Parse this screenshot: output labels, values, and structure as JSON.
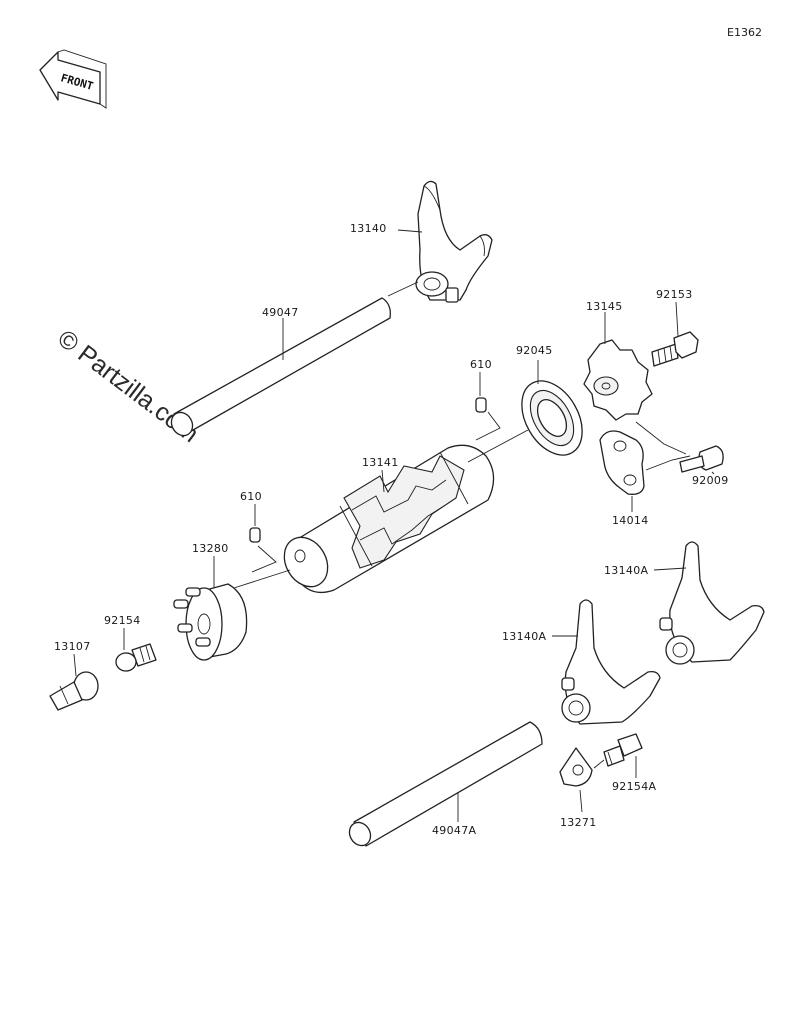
{
  "diagram_code": "E1362",
  "front_marker": "FRONT",
  "watermark": "© Partzilla.com",
  "parts": [
    {
      "id": "p13140",
      "number": "13140"
    },
    {
      "id": "p49047",
      "number": "49047"
    },
    {
      "id": "p13145",
      "number": "13145"
    },
    {
      "id": "p92153",
      "number": "92153"
    },
    {
      "id": "p610a",
      "number": "610"
    },
    {
      "id": "p92045",
      "number": "92045"
    },
    {
      "id": "p13141",
      "number": "13141"
    },
    {
      "id": "p92009",
      "number": "92009"
    },
    {
      "id": "p14014",
      "number": "14014"
    },
    {
      "id": "p610b",
      "number": "610"
    },
    {
      "id": "p13280",
      "number": "13280"
    },
    {
      "id": "p13140A_upper",
      "number": "13140A"
    },
    {
      "id": "p92154",
      "number": "92154"
    },
    {
      "id": "p13140A_lower",
      "number": "13140A"
    },
    {
      "id": "p13107",
      "number": "13107"
    },
    {
      "id": "p92154A",
      "number": "92154A"
    },
    {
      "id": "p13271",
      "number": "13271"
    },
    {
      "id": "p49047A",
      "number": "49047A"
    }
  ]
}
